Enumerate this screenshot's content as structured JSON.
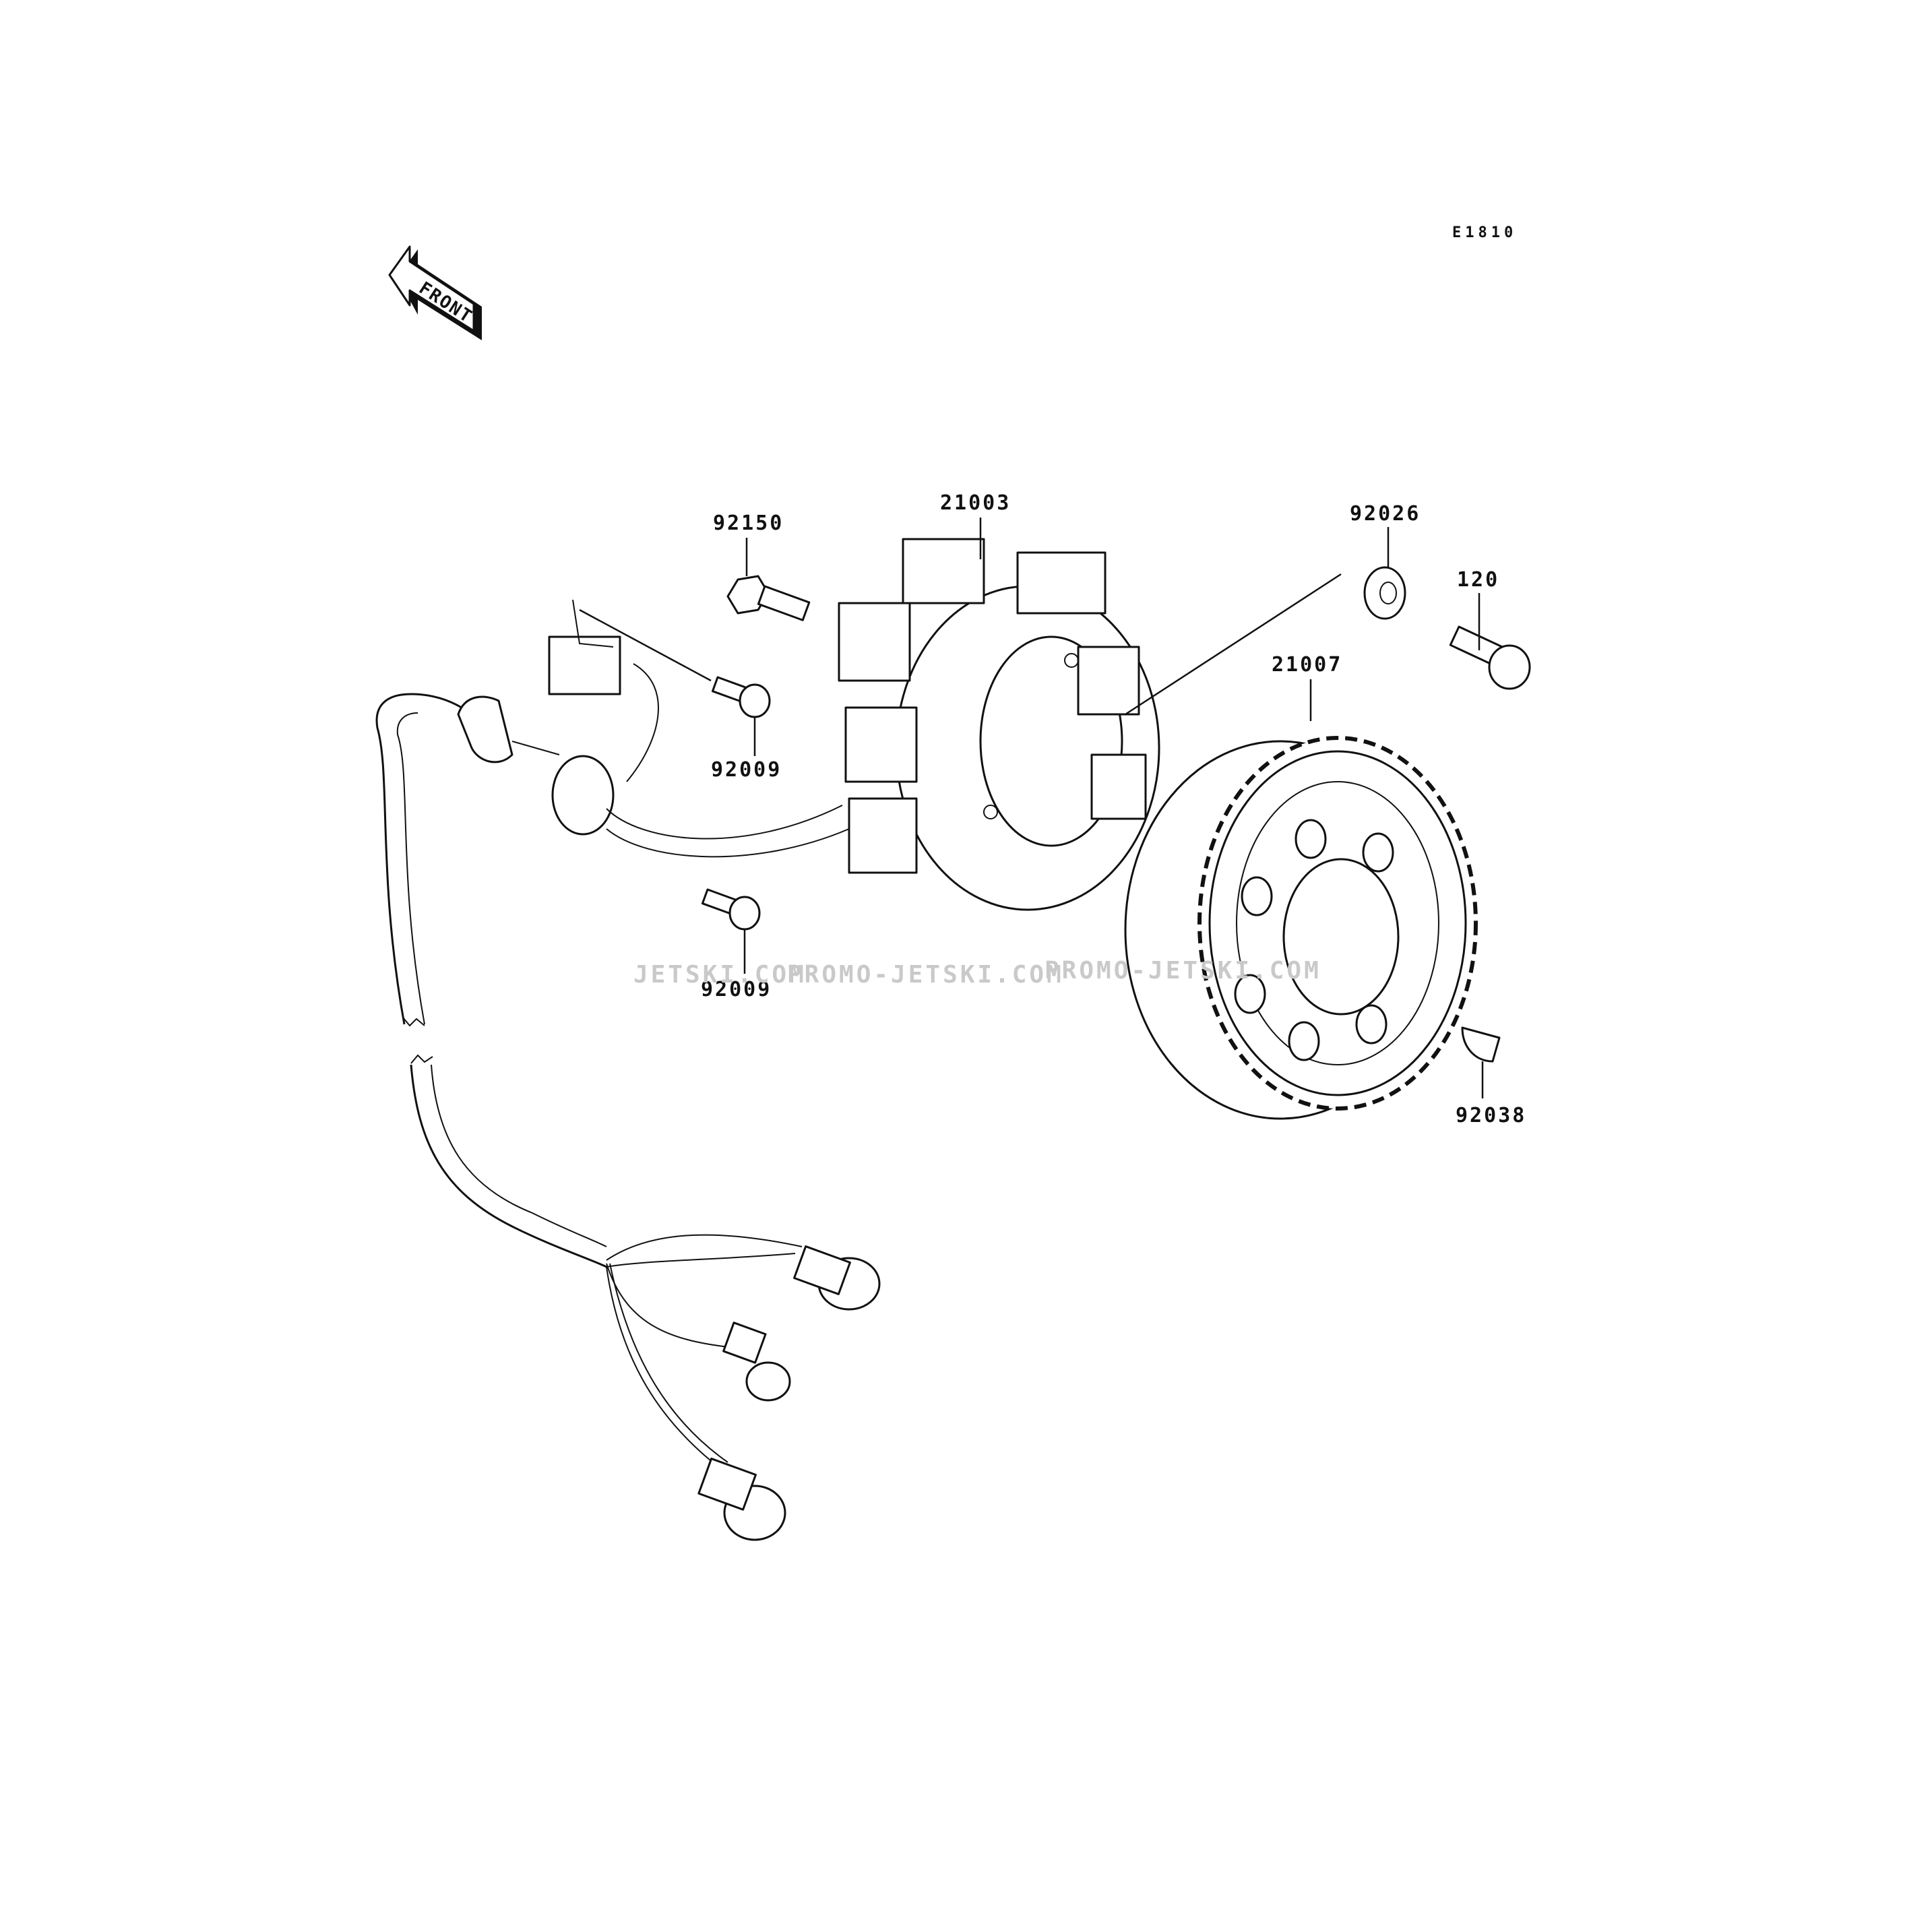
{
  "diagram_code": "E1810",
  "front_arrow_label": "FRONT",
  "watermarks": [
    "JETSKI.COM",
    "PROMO-JETSKI.COM",
    "PROMO-JETSKI.COM"
  ],
  "callouts": {
    "bolt_flange": "92150",
    "stator": "21003",
    "washer": "92026",
    "socket_bolt": "120",
    "flywheel": "21007",
    "screw_upper": "92009",
    "screw_lower": "92009",
    "key": "92038"
  }
}
